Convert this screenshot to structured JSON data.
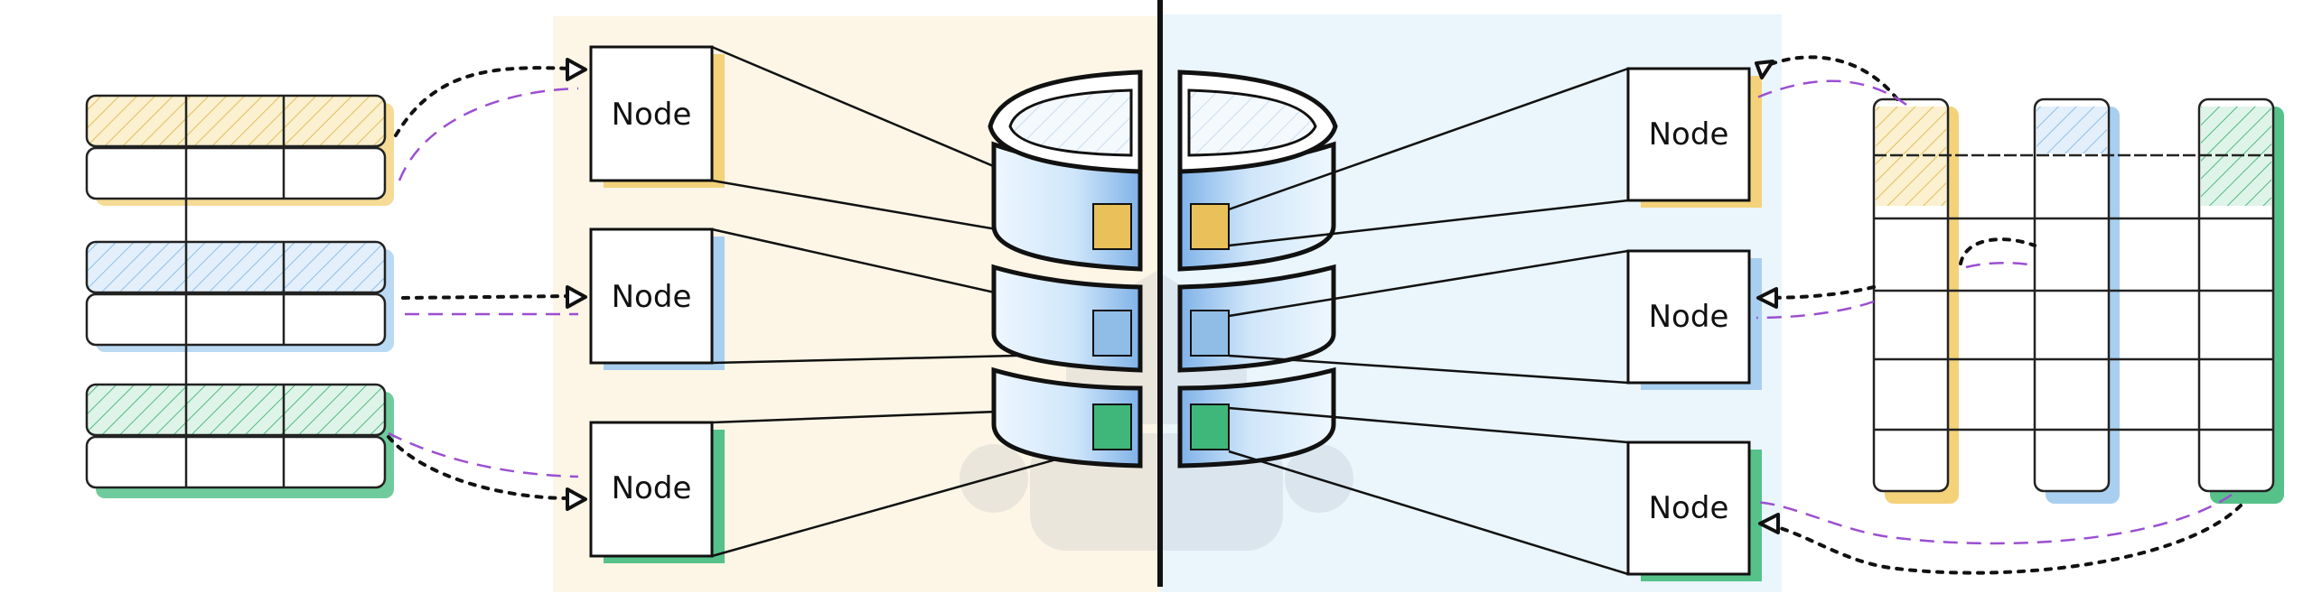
{
  "labels": {
    "node_left_1": "Node",
    "node_left_2": "Node",
    "node_left_3": "Node",
    "node_right_1": "Node",
    "node_right_2": "Node",
    "node_right_3": "Node"
  },
  "colors": {
    "left_panel_bg": "#fdf6e6",
    "right_panel_bg": "#eaf5fc",
    "yellow": "#f3d27a",
    "yellow_fill": "#e8c15a",
    "blue": "#a9cff0",
    "blue_fill": "#8fbde6",
    "green": "#56c28a",
    "green_fill": "#3fb77a",
    "purple_dashed": "#9b4fd1",
    "black": "#111111",
    "cylinder_fill": "#d9ecfa",
    "cylinder_shade": "#7fb2e8"
  },
  "icons": {
    "database": "database-cylinder-icon",
    "arrow": "open-triangle-arrowhead"
  }
}
